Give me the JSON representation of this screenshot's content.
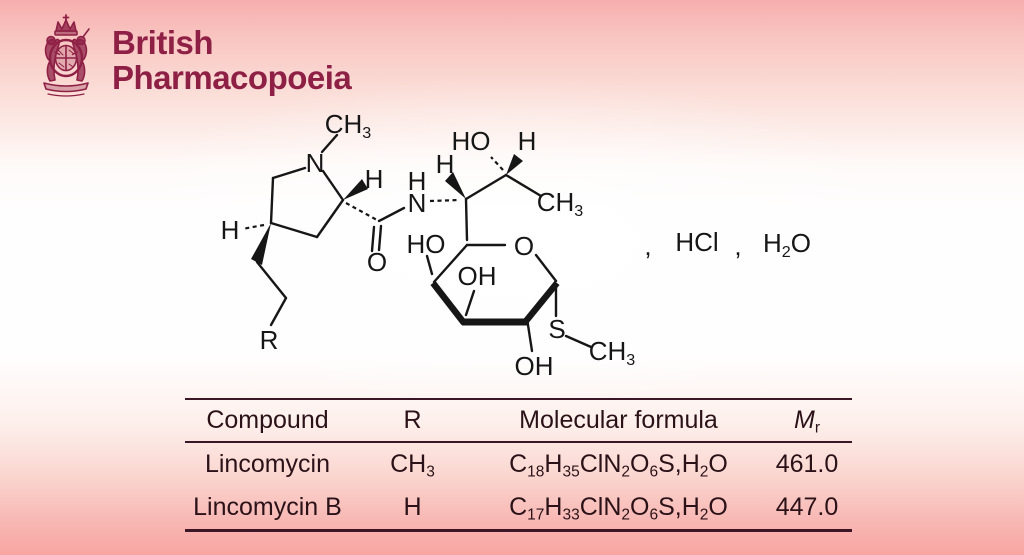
{
  "brand": {
    "line1": "British",
    "line2": "Pharmacopoeia"
  },
  "logo_icon": "royal-coat-of-arms",
  "colors": {
    "brand_maroon": "#8e2046",
    "structure_ink": "#161616",
    "table_ink": "#2a1218",
    "bg_top_pink": "#f6aeae",
    "bg_bottom_pink": "#f8a5a2",
    "bg_center": "#fffefe"
  },
  "structure": {
    "name": "lincomycin skeletal formula",
    "labels": {
      "n_methyl": "CH~3~",
      "ring_n": "N",
      "c2_h": "H",
      "c4_h": "H",
      "r_group": "R",
      "carbonyl_o": "O",
      "amide_h": "H",
      "amide_n": "N",
      "c7_h": "H",
      "c8_ho": "HO",
      "c8_h": "H",
      "c8_methyl": "CH~3~",
      "ring_ho": "HO",
      "ring_o": "O",
      "oh_axial": "OH",
      "oh_bottom": "OH",
      "thio_s": "S",
      "s_methyl": "CH~3~",
      "salt_comma1": ",",
      "salt_hcl": "HCl",
      "salt_comma2": ",",
      "salt_h2o": "H~2~O"
    }
  },
  "table": {
    "headers": [
      "Compound",
      "R",
      "Molecular formula",
      {
        "main": "M",
        "sub": "r"
      }
    ],
    "rows": [
      {
        "compound": "Lincomycin",
        "r": "CH~3~",
        "formula": "C~18~H~35~ClN~2~O~6~S,H~2~O",
        "mr": "461.0"
      },
      {
        "compound": "Lincomycin B",
        "r": "H",
        "formula": "C~17~H~33~ClN~2~O~6~S,H~2~O",
        "mr": "447.0"
      }
    ]
  }
}
